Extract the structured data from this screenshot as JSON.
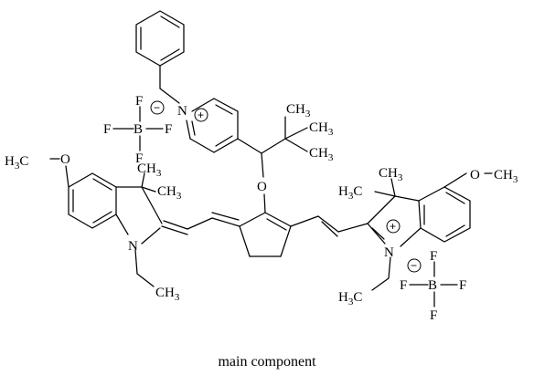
{
  "caption": "main component",
  "labels": {
    "n_pyridinium": "N",
    "o_ether": "O",
    "n_left": "N",
    "n_right": "N",
    "ch3": "CH",
    "h3c": "H",
    "c": "C",
    "sub3": "3",
    "o_methoxy": "O",
    "ch3_methoxy_right": "CH",
    "b": "B",
    "f": "F"
  },
  "charges": {
    "plus": "+",
    "minus": "−"
  },
  "colors": {
    "ink": "#000000",
    "background": "#ffffff"
  }
}
